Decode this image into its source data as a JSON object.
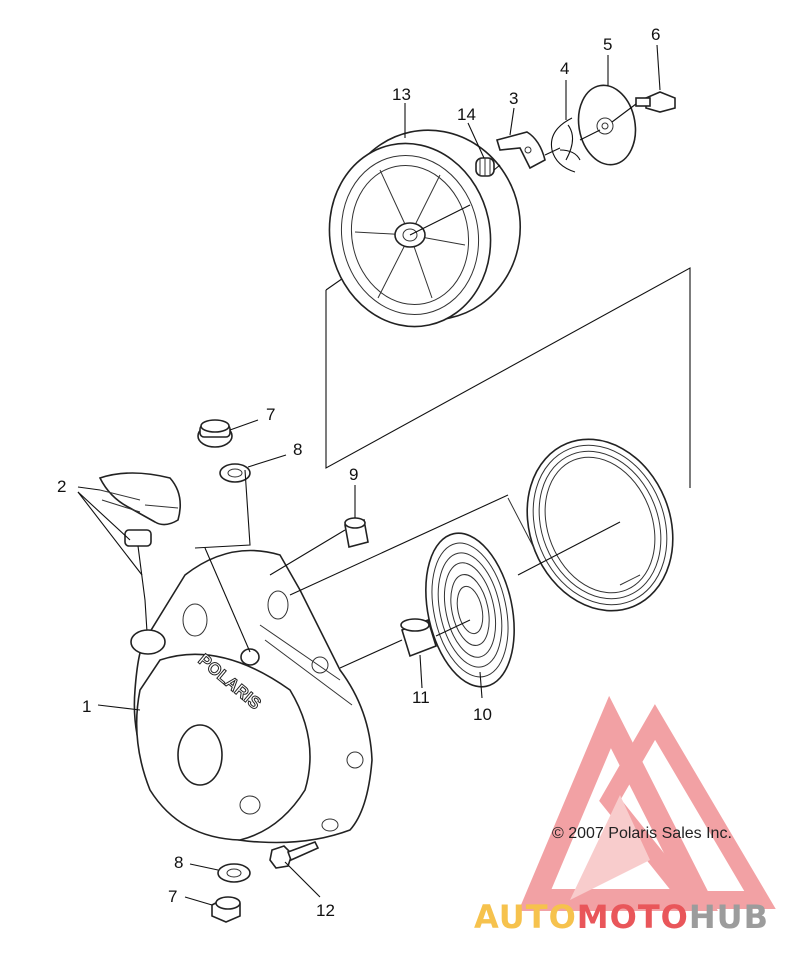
{
  "callouts": [
    "1",
    "2",
    "3",
    "4",
    "5",
    "6",
    "7",
    "8",
    "9",
    "10",
    "11",
    "12",
    "13",
    "14"
  ],
  "part_numbers": {
    "housing": "1",
    "handle": "2",
    "pawl": "3",
    "clip": "4",
    "plate": "5",
    "bolt_top": "6",
    "plug_top": "7",
    "washer_top": "8",
    "bushing": "9",
    "spring": "10",
    "collar": "11",
    "screw": "12",
    "pulley": "13",
    "pawl_spring": "14",
    "plug_bottom": "7",
    "washer_bottom": "8"
  },
  "brand_on_housing": "POLARIS",
  "copyright": "© 2007 Polaris Sales Inc.",
  "watermark": {
    "part1": "AUTO",
    "part2": "MOTO",
    "part3": "HUB",
    "color_orange": "#f6c24d",
    "color_red": "#e9565a",
    "color_gray": "#9c9c9c"
  }
}
